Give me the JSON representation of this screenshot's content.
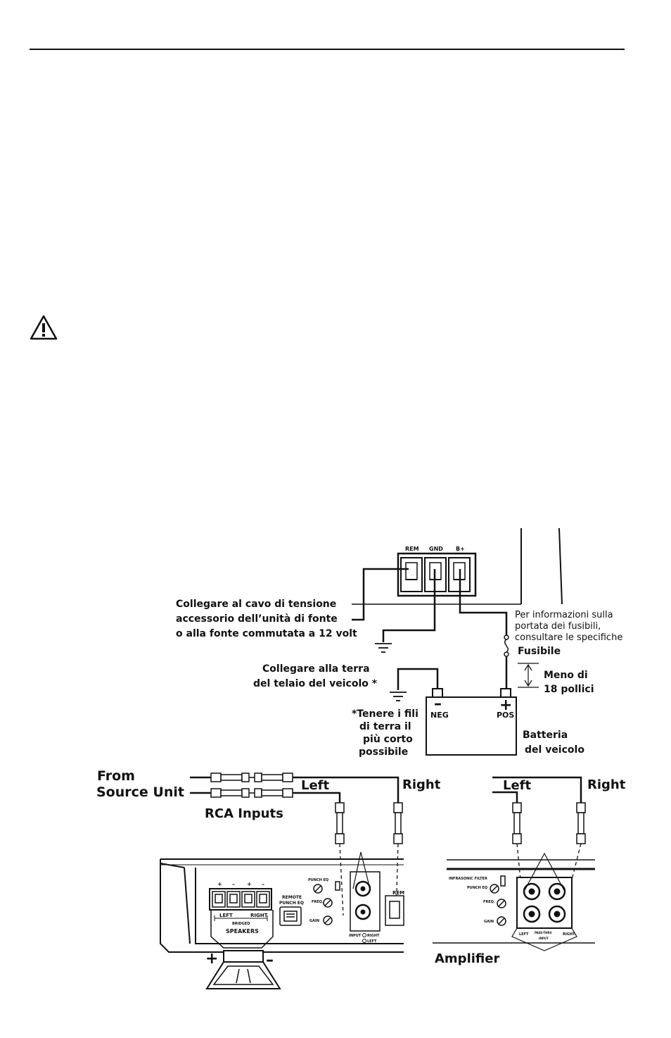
{
  "power_wiring": {
    "terminals": {
      "rem": "REM",
      "gnd": "GND",
      "bplus": "B+"
    },
    "remote_label": [
      "Collegare al cavo di tensione",
      "accessorio dell’unità di fonte",
      "o alla fonte commutata a 12 volt"
    ],
    "fuse_note": [
      "Per informazioni sulla",
      "portata dei fusibili,",
      "consultare le specifiche"
    ],
    "fuse_label": "Fusibile",
    "distance_label": [
      "Meno di",
      "18 pollici"
    ],
    "chassis_label": [
      "Collegare alla terra",
      "del telaio del veicolo *"
    ],
    "ground_note": [
      "*Tenere i fili",
      "di terra il",
      "più corto",
      "possibile"
    ],
    "battery_neg_sign": "–",
    "battery_pos_sign": "+",
    "battery_neg": "NEG",
    "battery_pos": "POS",
    "battery_label": [
      "Batteria",
      "del veicolo"
    ]
  },
  "signal_wiring": {
    "from_label": [
      "From",
      "Source Unit"
    ],
    "rca_label": "RCA Inputs",
    "left_a": "Left",
    "right_a": "Right",
    "left_b": "Left",
    "right_b": "Right",
    "amplifier_label": "Amplifier",
    "plus_sign": "+",
    "minus_sign": "–"
  },
  "amp_a_panel": {
    "speaker_signs": [
      "+",
      "–",
      "+",
      "–"
    ],
    "left": "LEFT",
    "right": "RIGHT",
    "bridged": "BRIDGED",
    "speakers": "SPEAKERS",
    "remote_punch": [
      "REMOTE",
      "PUNCH EQ"
    ],
    "punch_eq": "PUNCH EQ",
    "freq": "FREQ.",
    "gain": "GAIN",
    "input": "INPUT",
    "input_right": "RIGHT",
    "input_left": "LEFT",
    "rem_partial": "REM"
  },
  "amp_b_panel": {
    "infrasonic": "INFRASONIC FILTER",
    "punch_eq": "PUNCH EQ",
    "freq": "FREQ.",
    "gain": "GAIN",
    "left": "LEFT",
    "right": "RIGHT",
    "pass_thru": "PASS-THRU",
    "input": "INPUT"
  }
}
